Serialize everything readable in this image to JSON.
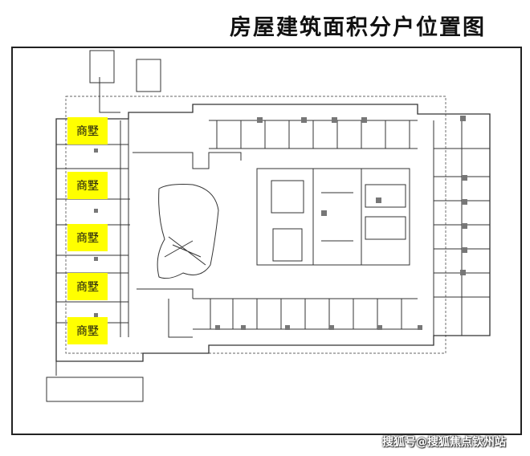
{
  "page": {
    "title": "房屋建筑面积分户位置图"
  },
  "units": [
    {
      "label": "商墅"
    },
    {
      "label": "商墅"
    },
    {
      "label": "商墅"
    },
    {
      "label": "商墅"
    },
    {
      "label": "商墅"
    }
  ],
  "watermark": {
    "text": "搜狐号@搜狐焦点钦州站"
  },
  "colors": {
    "unit_highlight": "#ffff00",
    "line": "#333333"
  }
}
